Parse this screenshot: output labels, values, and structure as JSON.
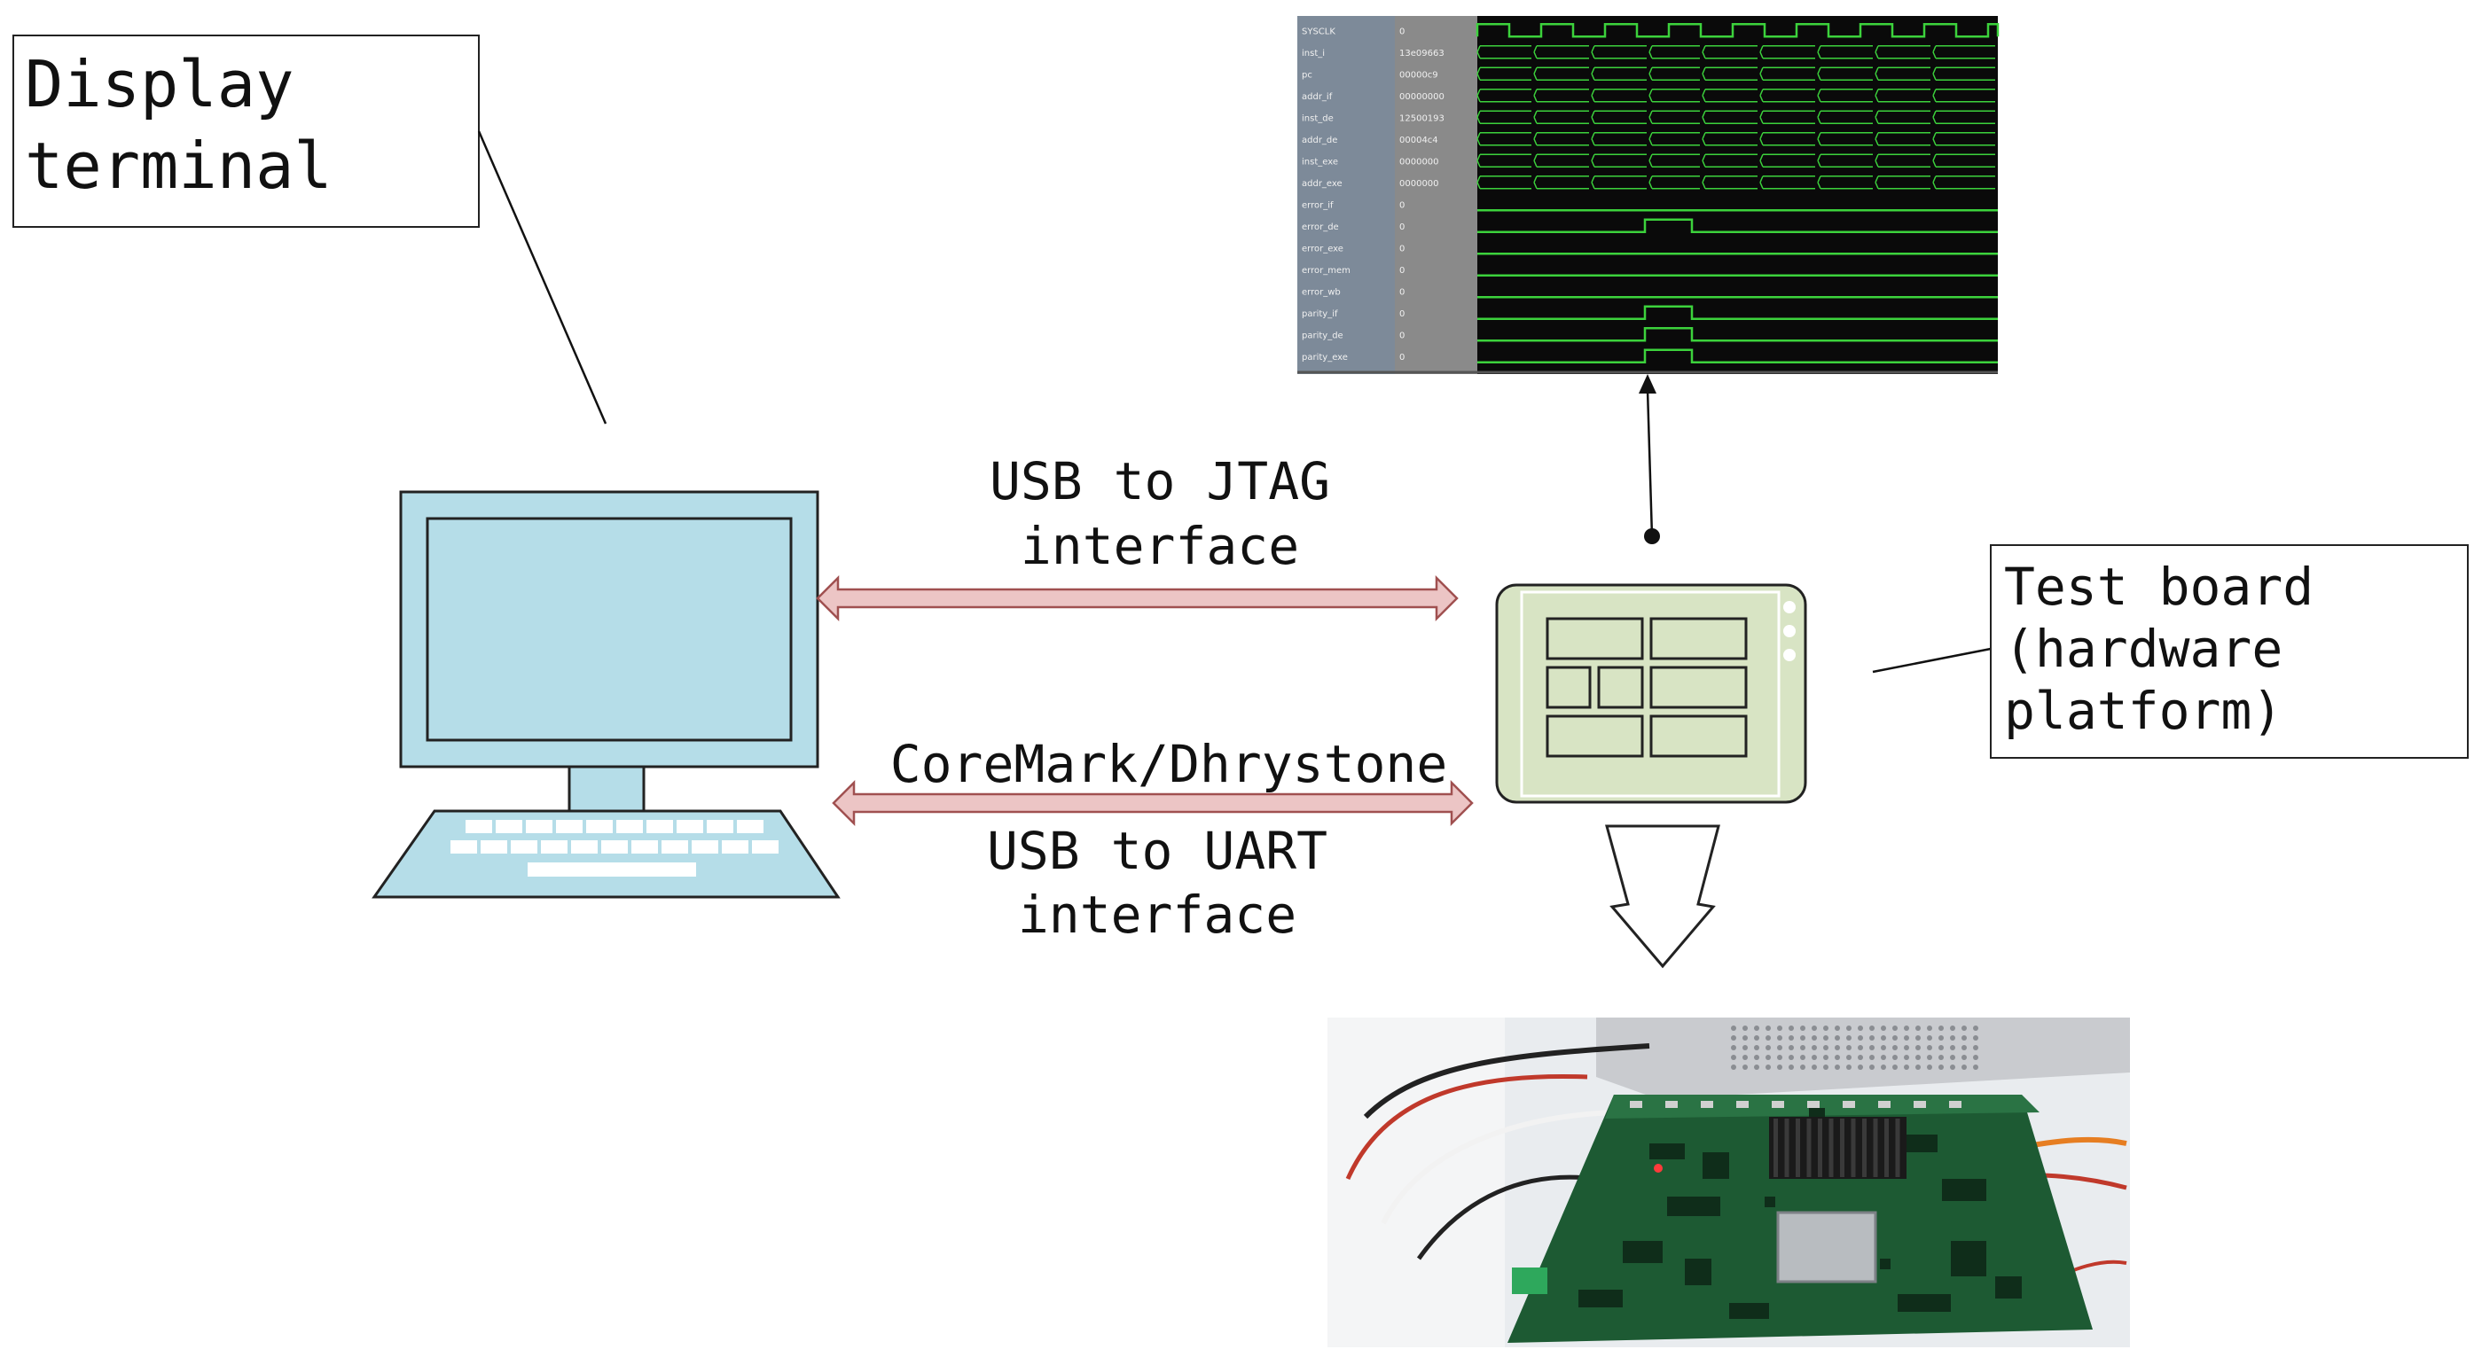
{
  "labels": {
    "display_line1": "Display",
    "display_line2": "terminal",
    "jtag_line1": "USB to JTAG",
    "jtag_line2": "interface",
    "benchmark": "CoreMark/Dhrystone",
    "uart_line1": "USB to UART",
    "uart_line2": "interface",
    "board_line1": "Test board",
    "board_line2": "(hardware",
    "board_line3": "platform)"
  },
  "waveform": {
    "signals": [
      "SYSCLK",
      "inst_i",
      "pc",
      "addr_if",
      "inst_de",
      "addr_de",
      "inst_exe",
      "addr_exe",
      "error_if",
      "error_de",
      "error_exe",
      "error_mem",
      "error_wb",
      "parity_if",
      "parity_de",
      "parity_exe"
    ],
    "values": [
      "0",
      "13e09663",
      "00000c9",
      "00000000",
      "12500193",
      "00004c4",
      "0000000",
      "0000000",
      "0",
      "0",
      "0",
      "0",
      "0",
      "0",
      "0",
      "0"
    ]
  },
  "colors": {
    "computer_fill": "#b5dde8",
    "board_fill": "#d8e4c4",
    "arrow_fill": "#ecc5c5",
    "arrow_stroke": "#a05050",
    "wave_bg": "#0a0a0a",
    "wave_line": "#3cd23c",
    "wave_panel": "#8a8a8a"
  },
  "icons": {
    "computer": "desktop-computer-icon",
    "board": "test-board-icon",
    "down_arrow": "down-arrow-icon",
    "photo": "fpga-board-photo"
  }
}
